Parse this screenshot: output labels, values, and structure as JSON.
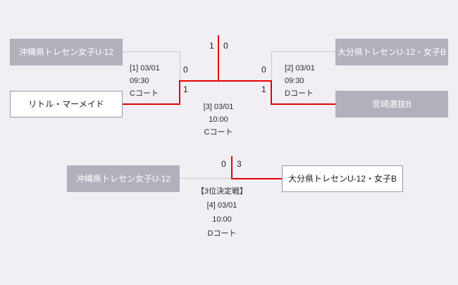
{
  "colors": {
    "background": "#f1eff4",
    "team_box_gray": "#b2b0bb",
    "team_box_white_border": "#9a98a2",
    "line_gray": "#c9c7cf",
    "line_red": "#e60000"
  },
  "bracket": {
    "semifinal_left": {
      "match_label": "[1] 03/01",
      "time": "09:30",
      "court": "Cコート",
      "team_top": {
        "name": "沖縄県トレセン女子U-12",
        "score": "0"
      },
      "team_bottom": {
        "name": "リトル・マーメイド",
        "score": "1"
      }
    },
    "semifinal_right": {
      "match_label": "[2] 03/01",
      "time": "09:30",
      "court": "Dコート",
      "team_top": {
        "name": "大分県トレセンU-12・女子B",
        "score": "0"
      },
      "team_bottom": {
        "name": "宮崎選抜B",
        "score": "1"
      }
    },
    "final": {
      "match_label": "[3] 03/01",
      "time": "10:00",
      "court": "Cコート",
      "score_left": "1",
      "score_right": "0"
    },
    "third_place": {
      "title": "【3位決定戦】",
      "match_label": "[4] 03/01",
      "time": "10:00",
      "court": "Dコート",
      "team_left": {
        "name": "沖縄県トレセン女子U-12",
        "score": "0"
      },
      "team_right": {
        "name": "大分県トレセンU-12・女子B",
        "score": "3"
      }
    }
  }
}
